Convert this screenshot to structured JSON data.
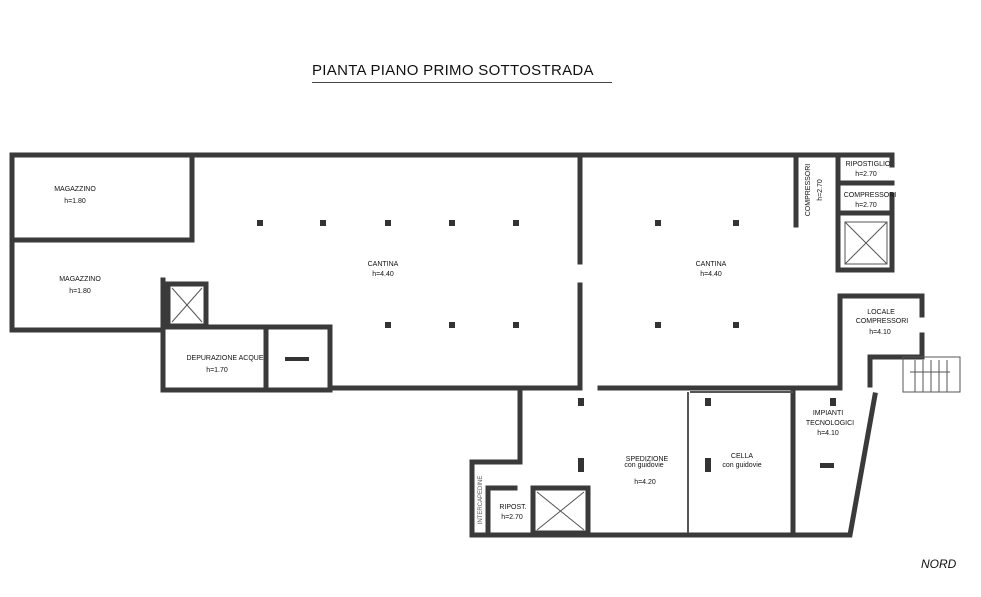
{
  "title": "PIANTA  PIANO  PRIMO SOTTOSTRADA",
  "north_label": "NORD",
  "rooms": [
    {
      "name": "MAGAZZINO",
      "height": "h=1.80"
    },
    {
      "name": "MAGAZZINO",
      "height": "h=1.80"
    },
    {
      "name": "CANTINA",
      "height": "h=4.40"
    },
    {
      "name": "CANTINA",
      "height": "h=4.40"
    },
    {
      "name": "DEPURAZIONE ACQUE",
      "height": "h=1.70"
    },
    {
      "name": "COMPRESSORI",
      "height": "h=2.70"
    },
    {
      "name": "RIPOSTIGLIO",
      "height": "h=2.70"
    },
    {
      "name": "COMPRESSORI",
      "height": "h=2.70"
    },
    {
      "name": "LOCALE",
      "name2": "COMPRESSORI",
      "height": "h=4.10"
    },
    {
      "name": "IMPIANTI",
      "name2": "TECNOLOGICI",
      "height": "h=4.10"
    },
    {
      "name": "SPEDIZIONE",
      "name2": "con guidovie",
      "height": "h=4.20"
    },
    {
      "name": "CELLA",
      "name2": "con guidovie"
    },
    {
      "name": "RIPOST.",
      "height": "h=2.70"
    },
    {
      "name": "INTERCAPEDINE"
    }
  ]
}
